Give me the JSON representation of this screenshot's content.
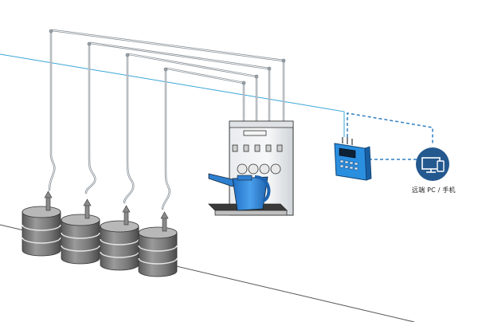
{
  "remote": {
    "label": "远端 PC / 手机",
    "icon": "monitor-phone-icon"
  },
  "colors": {
    "pipe": "#7f8890",
    "signal_line": "#3aa6d8",
    "dashed_link": "#2f7fc1",
    "controller": "#2b8fe0",
    "icon_circle": "#24598f",
    "jug": "#3a8fe0",
    "drum": "#7a7a7a"
  },
  "drums": [
    {
      "id": "drum-1"
    },
    {
      "id": "drum-2"
    },
    {
      "id": "drum-3"
    },
    {
      "id": "drum-4"
    }
  ]
}
